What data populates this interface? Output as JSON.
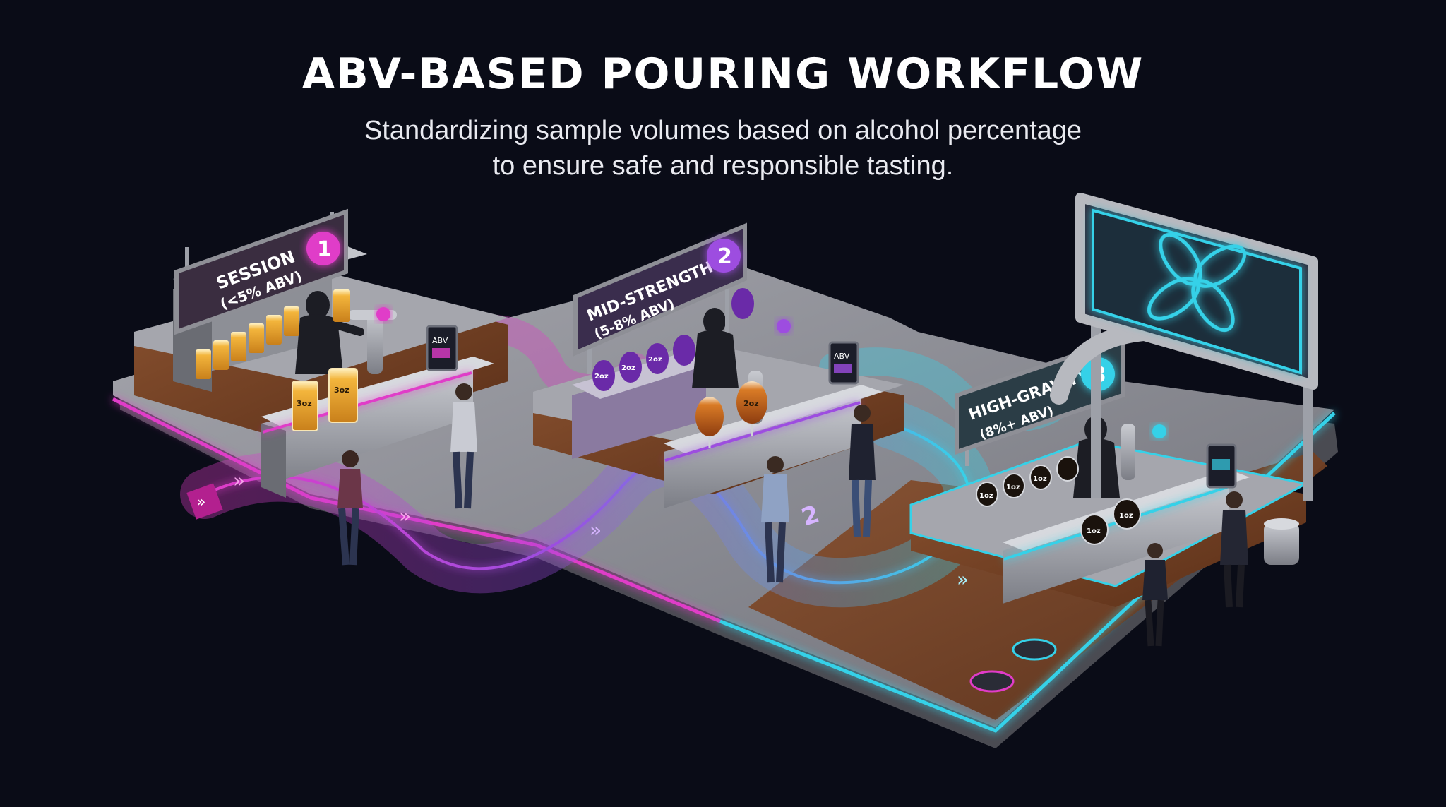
{
  "header": {
    "title": "ABV-BASED POURING WORKFLOW",
    "subtitle_line1": "Standardizing sample volumes based on alcohol percentage",
    "subtitle_line2": "to ensure safe and responsible tasting."
  },
  "stations": [
    {
      "name": "SESSION",
      "abv": "(<5% ABV)",
      "step": "1",
      "accent": "#e03cc8",
      "pour_label": "3oz"
    },
    {
      "name": "MID-STRENGTH",
      "abv": "(5-8% ABV)",
      "step": "2",
      "accent": "#9d4de0",
      "pour_label": "2oz"
    },
    {
      "name": "HIGH-GRAVITY",
      "abv": "(8%+ ABV)",
      "step": "3",
      "accent": "#36d1e8",
      "pour_label": "1oz"
    }
  ],
  "tablets": {
    "label": "ABV"
  },
  "path": {
    "step_marker": "2"
  },
  "colors": {
    "background": "#0a0c17",
    "session": "#e03cc8",
    "mid": "#9d4de0",
    "high": "#36d1e8",
    "wood": "#7a4528",
    "concrete": "#8e8f96"
  }
}
